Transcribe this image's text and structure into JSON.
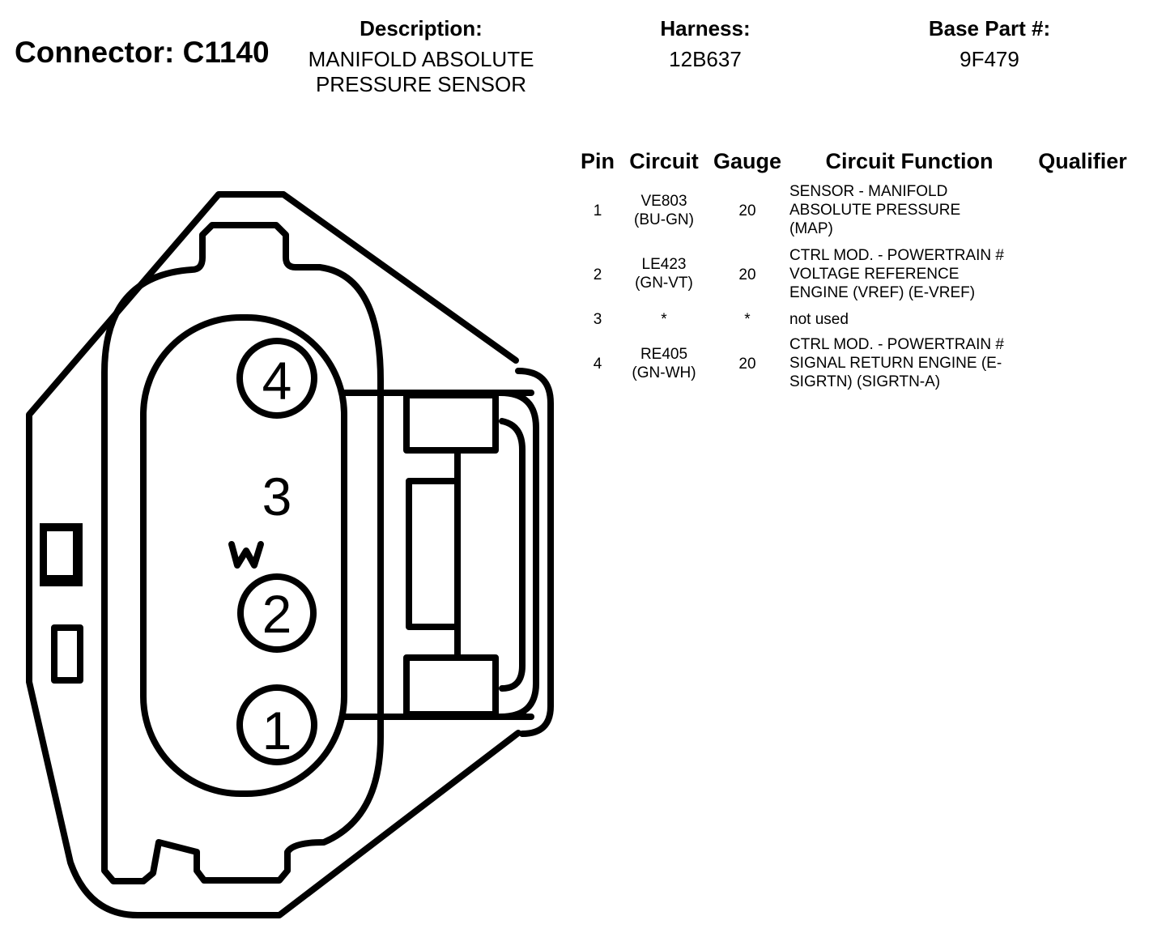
{
  "header": {
    "connector_title": "Connector: C1140",
    "description_label": "Description:",
    "description_lines": [
      "MANIFOLD ABSOLUTE",
      "PRESSURE SENSOR"
    ],
    "harness_label": "Harness:",
    "harness_value": "12B637",
    "base_part_label": "Base Part #:",
    "base_part_value": "9F479"
  },
  "table": {
    "columns": [
      "Pin",
      "Circuit",
      "Gauge",
      "Circuit Function",
      "Qualifier"
    ],
    "rows": [
      {
        "pin": "1",
        "circuit": [
          "VE803",
          "(BU-GN)"
        ],
        "gauge": "20",
        "function": [
          "SENSOR - MANIFOLD",
          "ABSOLUTE PRESSURE",
          "(MAP)"
        ],
        "qualifier": ""
      },
      {
        "pin": "2",
        "circuit": [
          "LE423",
          "(GN-VT)"
        ],
        "gauge": "20",
        "function": [
          "CTRL MOD. - POWERTRAIN #",
          "VOLTAGE REFERENCE",
          "ENGINE (VREF) (E-VREF)"
        ],
        "qualifier": ""
      },
      {
        "pin": "3",
        "circuit": [
          "*"
        ],
        "gauge": "*",
        "function": [
          "not used"
        ],
        "qualifier": ""
      },
      {
        "pin": "4",
        "circuit": [
          "RE405",
          "(GN-WH)"
        ],
        "gauge": "20",
        "function": [
          "CTRL MOD. - POWERTRAIN #",
          "SIGNAL RETURN ENGINE (E-",
          "SIGRTN) (SIGRTN-A)"
        ],
        "qualifier": ""
      }
    ]
  },
  "diagram": {
    "pin_labels": [
      "4",
      "3",
      "2",
      "1"
    ],
    "mark_label": "W"
  }
}
